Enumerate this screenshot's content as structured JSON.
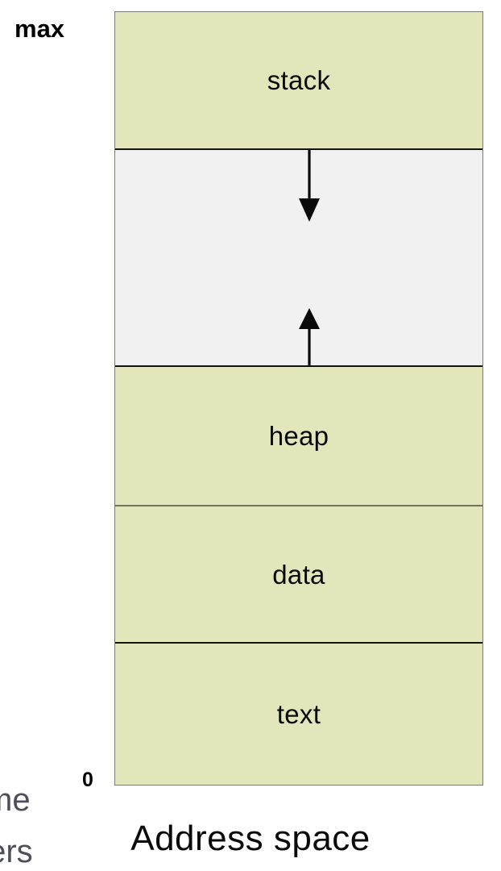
{
  "diagram": {
    "title": "Address space",
    "axis": {
      "top_label": "max",
      "bottom_label": "0"
    },
    "segments": [
      {
        "id": "stack",
        "label": "stack",
        "fill": "#e3e6ba"
      },
      {
        "id": "gap",
        "label": "",
        "fill": "#f1f1f1"
      },
      {
        "id": "heap",
        "label": "heap",
        "fill": "#e3e6ba"
      },
      {
        "id": "data",
        "label": "data",
        "fill": "#e3e6ba"
      },
      {
        "id": "text",
        "label": "text",
        "fill": "#e3e6ba"
      }
    ],
    "arrows": [
      {
        "id": "stack-growth",
        "direction": "down",
        "meaning": "stack grows downward"
      },
      {
        "id": "heap-growth",
        "direction": "up",
        "meaning": "heap grows upward"
      }
    ],
    "colors": {
      "segment_fill": "#e3e6ba",
      "gap_fill": "#f1f1f1",
      "border": "#141408",
      "text": "#0a0a0a",
      "bleed_text": "#4e4e5a"
    }
  },
  "background_text": {
    "line_1": "time",
    "line_2": "sters"
  }
}
